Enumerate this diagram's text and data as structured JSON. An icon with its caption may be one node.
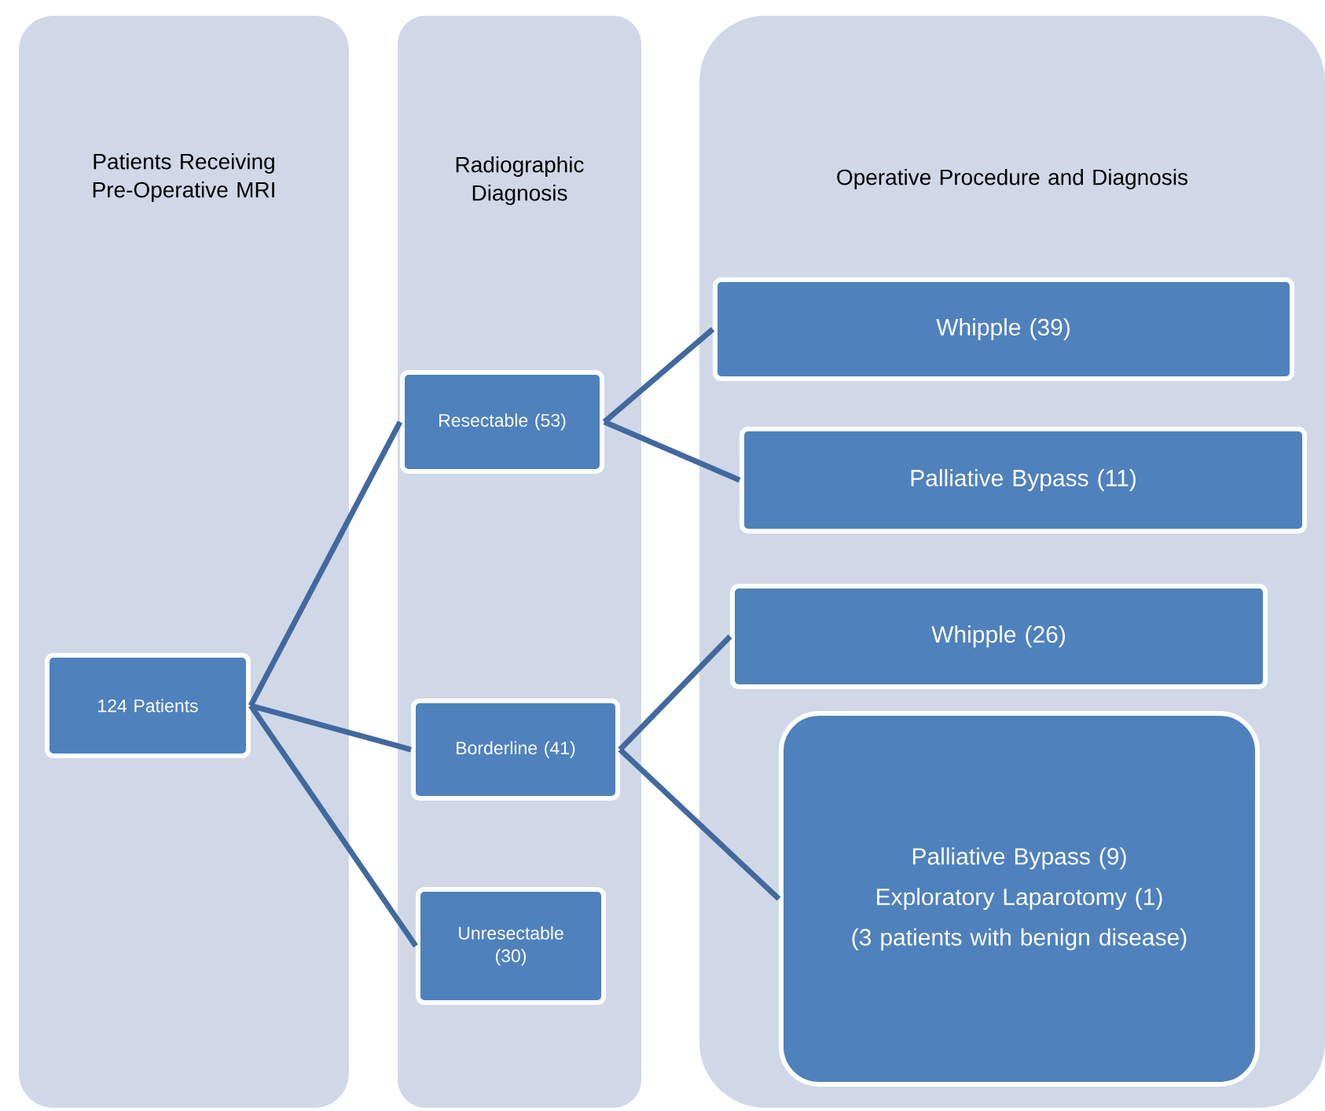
{
  "diagram": {
    "nodes": [
      {
        "text": [
          "Patients Receiving Pre-Operative MRI"
        ]
      },
      {
        "text": [
          "Radiographic Diagnosis"
        ]
      },
      {
        "text": [
          "Operative Procedure and Diagnosis"
        ]
      },
      {
        "text": [
          "124 Patients"
        ],
        "in": 0
      },
      {
        "text": [
          "Resectable (53)"
        ],
        "in": 1
      },
      {
        "text": [
          "Borderline (41)"
        ],
        "in": 1
      },
      {
        "text": [
          "Unresectable (30)"
        ],
        "in": 1
      },
      {
        "text": [
          "Whipple  (39)"
        ],
        "in": 2
      },
      {
        "text": [
          "Palliative Bypass (11)"
        ],
        "in": 2
      },
      {
        "text": [
          "Whipple (26)"
        ],
        "in": 2
      },
      {
        "text": [
          "Palliative Bypass (9)",
          "Exploratory Laparotomy (1)",
          "(3 patients with benign disease)"
        ],
        "in": 2
      }
    ],
    "edges": [
      {
        "from": 3,
        "to": 4,
        "arrow": "none"
      },
      {
        "from": 3,
        "to": 5,
        "arrow": "none"
      },
      {
        "from": 3,
        "to": 6,
        "arrow": "none"
      },
      {
        "from": 4,
        "to": 7,
        "arrow": "none"
      },
      {
        "from": 4,
        "to": 8,
        "arrow": "none"
      },
      {
        "from": 5,
        "to": 9,
        "arrow": "none"
      },
      {
        "from": 5,
        "to": 10,
        "arrow": "none"
      }
    ]
  }
}
